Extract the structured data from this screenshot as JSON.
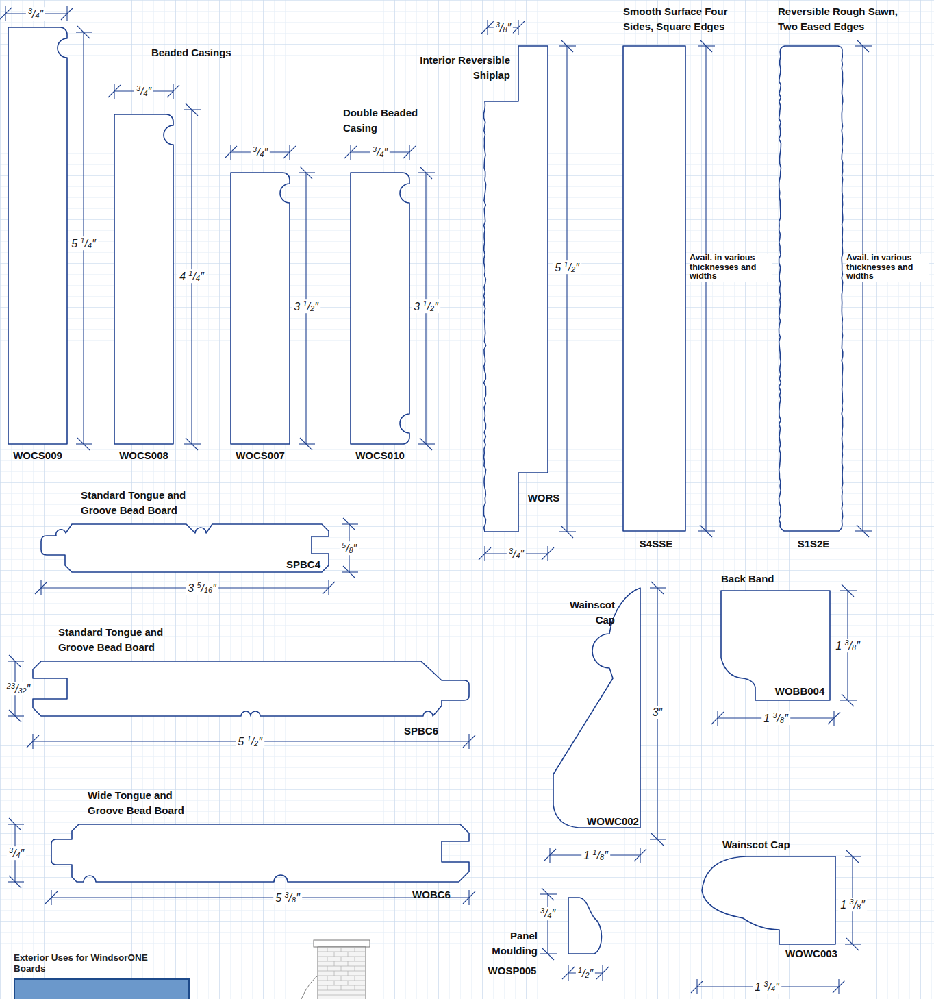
{
  "diagram": {
    "nodes": [
      {
        "text": [
          "Exterior Uses for WindsorONE Boards"
        ]
      }
    ],
    "labels": [
      "3/4″",
      "Beaded Casings",
      "5 1/4″",
      "3/4″",
      "4 1/4″",
      "3/4″",
      "3 1/2″",
      "Double Beaded Casing",
      "3/4″",
      "3 1/2″",
      "WOCS009",
      "WOCS008",
      "WOCS007",
      "WOCS010",
      "3/8″",
      "Interior Reversible Shiplap",
      "5 1/2″",
      "WORS",
      "3/4″",
      "Smooth Surface Four Sides, Square Edges",
      "Avail. in various thicknesses and widths",
      "S4SSE",
      "Reversible Rough Sawn, Two Eased Edges",
      "Avail. in various thicknesses and widths",
      "S1S2E",
      "Standard Tongue and Groove Bead Board",
      "5/8″",
      "3 5/16″",
      "SPBC4",
      "Standard Tongue and Groove Bead Board",
      "23/32″",
      "5 1/2″",
      "SPBC6",
      "Wide Tongue and Groove Bead Board",
      "3/4″",
      "5 3/8″",
      "WOBC6",
      "Wainscot Cap",
      "3″",
      "WOWC002",
      "1 1/8″",
      "Back Band",
      "1 3/8″",
      "WOBB004",
      "1 3/8″",
      "Panel Moulding",
      "WOSP005",
      "3/4″",
      "1/2″",
      "Wainscot Cap",
      "1 3/8″",
      "WOWC003",
      "1 3/4″"
    ]
  }
}
